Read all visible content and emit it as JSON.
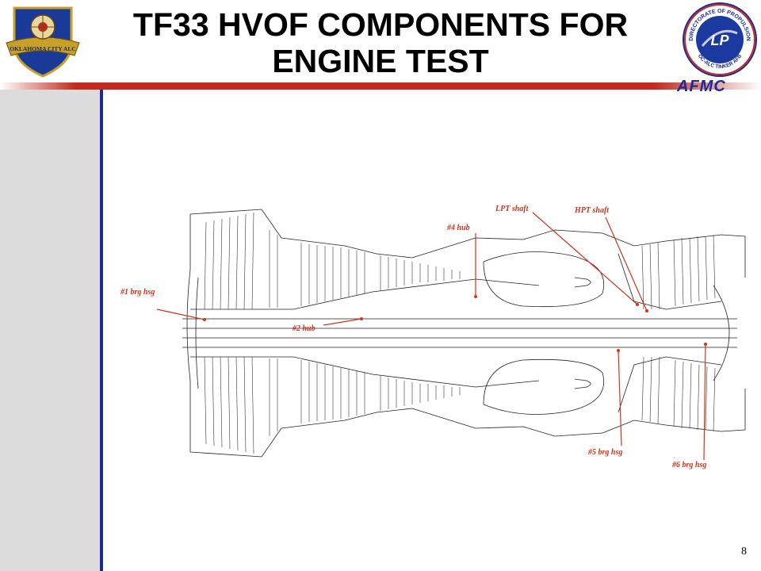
{
  "slide": {
    "title_line1": "TF33 HVOF COMPONENTS FOR",
    "title_line2": "ENGINE TEST",
    "page_number": "8"
  },
  "logos": {
    "left_logo_text": "OKLAHOMA CITY ALC",
    "right_seal_top_text": "DIRECTORATE OF PROPULSION",
    "right_seal_bottom_text": "OC-ALC TINKER AFB",
    "right_seal_center_text": "LP",
    "afmc_text": "AFMC"
  },
  "diagram": {
    "labels": {
      "brg1": "#1 brg hsg",
      "hub2": "#2 hub",
      "hub4": "#4 hub",
      "lpt": "LPT shaft",
      "hpt": "HPT shaft",
      "brg5": "#5 brg hsg",
      "brg6": "#6 brg hsg"
    }
  },
  "colors": {
    "title": "#000000",
    "accent_red": "#c22a1e",
    "label_orange": "#d0341c",
    "navy": "#1a2a9a",
    "sidebar_gray": "#dcdcdc"
  }
}
